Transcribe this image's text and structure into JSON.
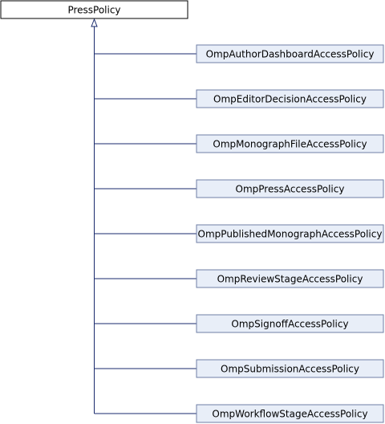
{
  "colors": {
    "base_fill": "#ffffff",
    "base_border": "#000000",
    "derived_fill": "#e8eef8",
    "derived_border": "#6f7fa6",
    "edge": "#1a2a6c"
  },
  "base_class": {
    "label": "PressPolicy"
  },
  "derived_classes": [
    {
      "label": "OmpAuthorDashboardAccessPolicy"
    },
    {
      "label": "OmpEditorDecisionAccessPolicy"
    },
    {
      "label": "OmpMonographFileAccessPolicy"
    },
    {
      "label": "OmpPressAccessPolicy"
    },
    {
      "label": "OmpPublishedMonographAccessPolicy"
    },
    {
      "label": "OmpReviewStageAccessPolicy"
    },
    {
      "label": "OmpSignoffAccessPolicy"
    },
    {
      "label": "OmpSubmissionAccessPolicy"
    },
    {
      "label": "OmpWorkflowStageAccessPolicy"
    }
  ]
}
